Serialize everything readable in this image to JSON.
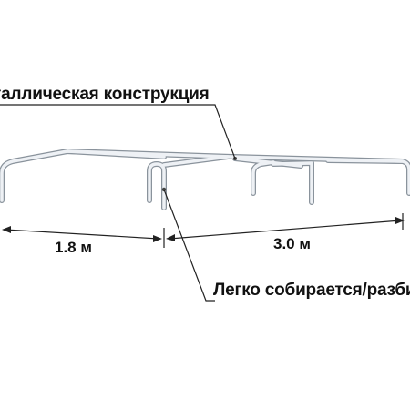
{
  "diagram": {
    "callout_top": "таллическая конструкция",
    "callout_right": "Легко собирается/разби",
    "dimension_left": "1.8 м",
    "dimension_right": "3.0 м"
  },
  "colors": {
    "frame_tube": "#e8ecf1",
    "frame_edge": "#8a939c",
    "line": "#222222",
    "text": "#111111",
    "background": "#ffffff"
  }
}
